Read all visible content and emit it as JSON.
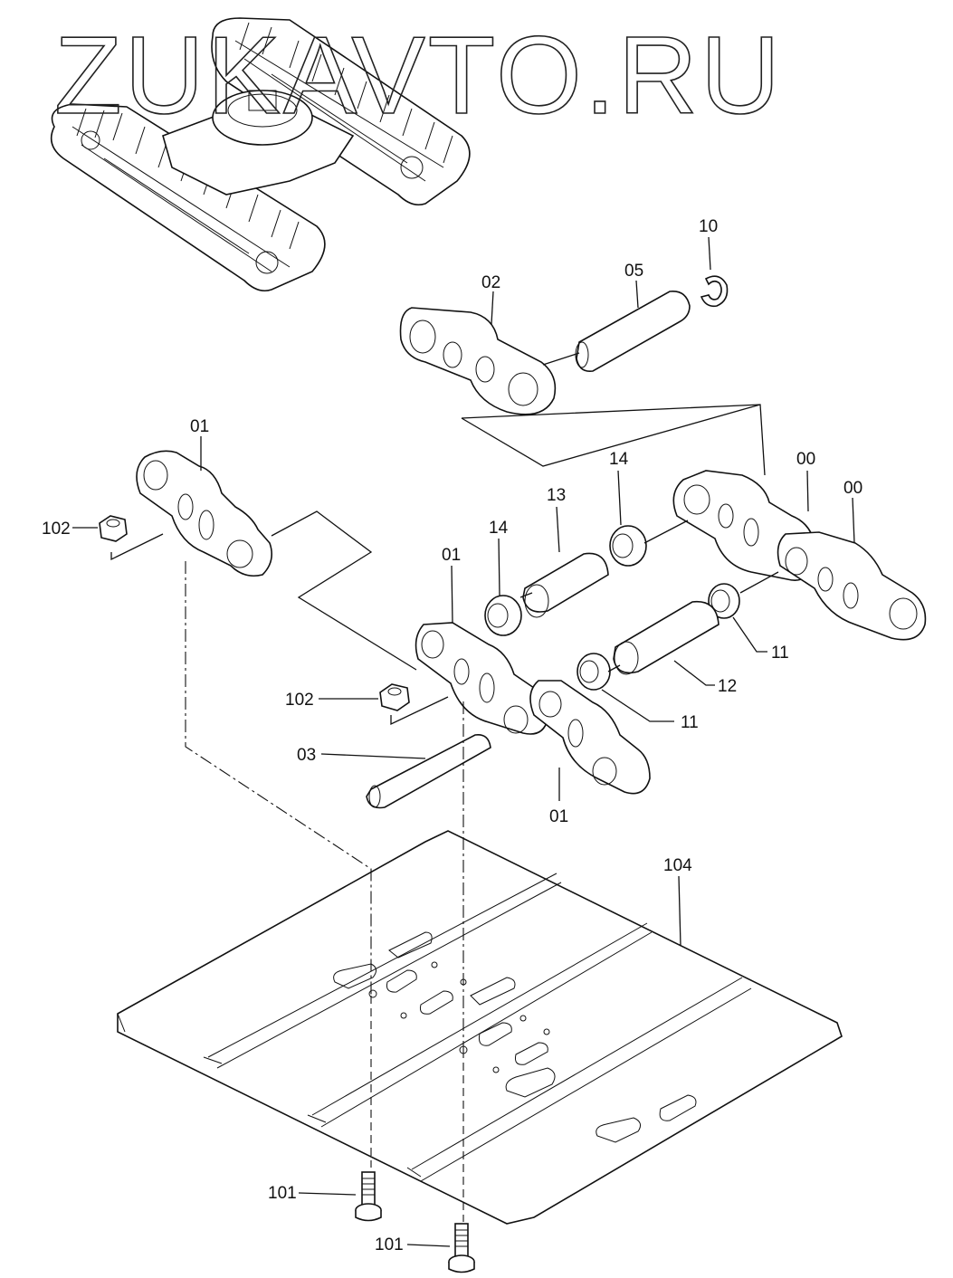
{
  "watermark": "ZUKAVTO.RU",
  "callouts": {
    "c00a": "00",
    "c00b": "00",
    "c01a": "01",
    "c01b": "01",
    "c01c": "01",
    "c02": "02",
    "c03": "03",
    "c05": "05",
    "c10": "10",
    "c11a": "11",
    "c11b": "11",
    "c12": "12",
    "c13": "13",
    "c14a": "14",
    "c14b": "14",
    "c101a": "101",
    "c101b": "101",
    "c102a": "102",
    "c102b": "102",
    "c104": "104"
  }
}
